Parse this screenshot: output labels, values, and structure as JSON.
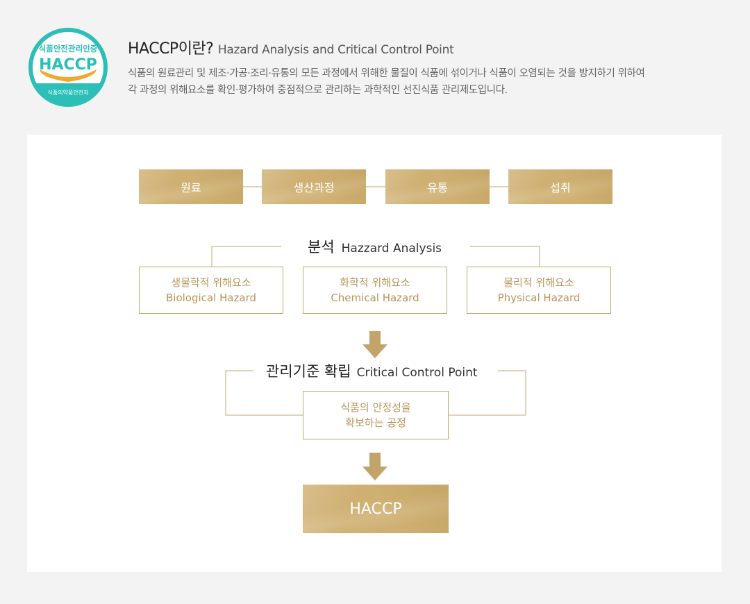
{
  "logo": {
    "top_text": "식품안전관리인증",
    "main_text": "HACCP",
    "bottom_text": "식품의약품안전처",
    "colors": {
      "ring": "#2bbfb8",
      "accent": "#f0a830"
    }
  },
  "intro": {
    "title": "HACCP이란?",
    "subtitle": "Hazard Analysis and Critical Control Point",
    "description_lines": [
      "식품의 원료관리 및 제조·가공·조리·유통의 모든 과정에서 위해한 물질이 식품에 섞이거나 식품이 오염되는 것을 방지하기 위하여",
      "각 과정의 위해요소를 확인·평가하여 중점적으로 관리하는 과학적인 선진식품 관리제도입니다."
    ]
  },
  "diagram": {
    "steps": [
      "원료",
      "생산과정",
      "유통",
      "섭취"
    ],
    "analysis": {
      "title_ko": "분석",
      "title_en": "Hazzard Analysis"
    },
    "hazards": [
      {
        "ko": "생물학적 위해요소",
        "en": "Biological Hazard"
      },
      {
        "ko": "화학적 위해요소",
        "en": "Chemical Hazard"
      },
      {
        "ko": "물리적 위해요소",
        "en": "Physical Hazard"
      }
    ],
    "ccp": {
      "title_ko": "관리기준 확립",
      "title_en": "Critical Control Point",
      "box_lines": [
        "식품의 안정성을",
        "확보하는 공정"
      ]
    },
    "result": "HACCP"
  },
  "colors": {
    "gold": "#cfb072",
    "gold_line": "#c5a670",
    "gold_text": "#b8945a",
    "arrow": "#c2a46a",
    "panel": "#ffffff",
    "background": "#f3f3f3"
  }
}
